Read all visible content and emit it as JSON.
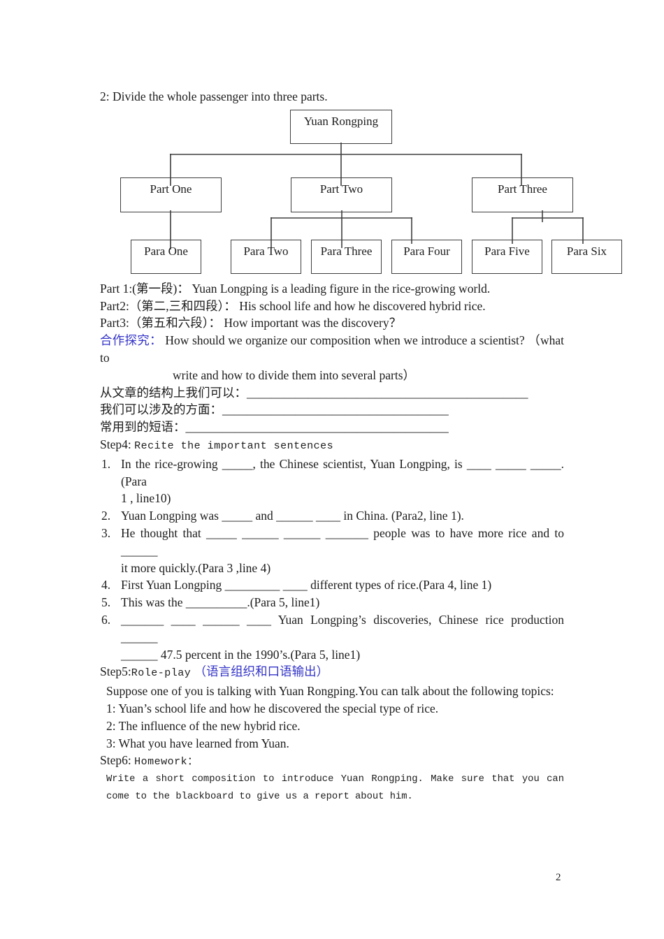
{
  "intro_line": "2: Divide the whole passenger into three parts.",
  "diagram": {
    "root_label": "Yuan Rongping",
    "part_labels": [
      "Part One",
      "Part Two",
      "Part Three"
    ],
    "para_labels": [
      "Para One",
      "Para Two",
      "Para Three",
      "Para Four",
      "Para Five",
      "Para Six"
    ]
  },
  "part_summaries": {
    "part1": "Part 1:(第一段)： Yuan Longping is a leading figure in the rice-growing world.",
    "part2": "Part2:（第二,三和四段）： His school life and how he discovered hybrid rice.",
    "part3": "Part3:（第五和六段）： How important was the discovery？"
  },
  "cooperation": {
    "label": "合作探究：",
    "line1": " How should we organize our composition when we introduce a scientist? （what to",
    "line2": "write and how to divide them into several parts）"
  },
  "fill_lines": {
    "structure_label": "从文章的结构上我们可以：",
    "structure_blank": "______________________________________________",
    "aspects_label": "我们可以涉及的方面：",
    "aspects_blank": "_____________________________________",
    "phrases_label": "常用到的短语：",
    "phrases_blank": "___________________________________________"
  },
  "step4": {
    "label": "Step4:",
    "title": "Recite the important sentences"
  },
  "sentences": [
    {
      "num": "1.",
      "lines": [
        "In the rice-growing _____, the Chinese scientist, Yuan Longping, is ____ _____ _____. (Para",
        "1 , line10)"
      ]
    },
    {
      "num": "2.",
      "lines": [
        "Yuan Longping was _____ and ______ ____ in China. (Para2, line 1)."
      ]
    },
    {
      "num": "3.",
      "lines": [
        "He thought that _____ ______ ______ _______ people was to have more rice and to ______",
        "it more quickly.(Para 3 ,line 4)"
      ]
    },
    {
      "num": "4.",
      "lines": [
        "First Yuan Longping _________ ____ different types of rice.(Para 4, line 1)"
      ]
    },
    {
      "num": "5.",
      "lines": [
        "This was the __________.(Para 5, line1)"
      ]
    },
    {
      "num": "6.",
      "lines": [
        "_______ ____ ______ ____ Yuan Longping’s discoveries, Chinese rice production ______",
        "______ 47.5 percent in the 1990’s.(Para 5, line1)"
      ]
    }
  ],
  "step5": {
    "label": "Step5:",
    "title": "Role-play",
    "note": "（语言组织和口语输出）"
  },
  "role_play": {
    "intro": "Suppose one of you is talking with Yuan Rongping.You can talk about the following topics:",
    "topics": [
      "1: Yuan’s school life and how he discovered the special type of rice.",
      "2: The influence of the new hybrid rice.",
      "3: What you have learned from Yuan."
    ]
  },
  "step6": {
    "label": "Step6:",
    "title": "Homework："
  },
  "homework_lines": [
    "Write a short composition to introduce Yuan Rongping. Make sure that you can",
    "come to the blackboard to give us a report about him."
  ],
  "page_number": "2"
}
